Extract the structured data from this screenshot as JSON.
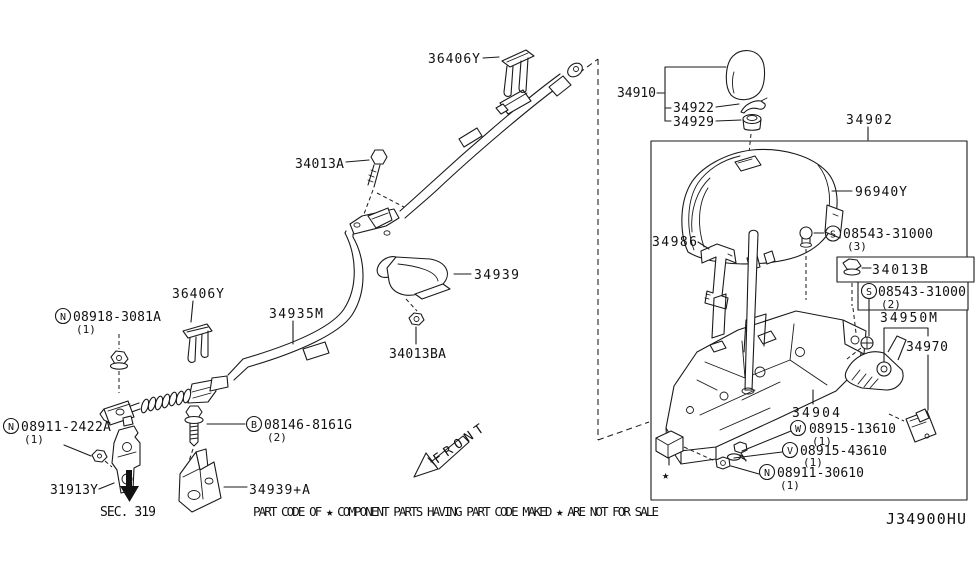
{
  "figure": {
    "drawing_code": "J34900HU",
    "footer_note": "PART CODE OF ★ COMPONENT PARTS HAVING PART CODE MAKED ★ ARE NOT FOR SALE",
    "front_label": "FRONT",
    "section_ref": "SEC. 319",
    "star_marker": "★"
  },
  "labels": {
    "clip_top": "36406Y",
    "clip_left": "36406Y",
    "bolt_34013a": "34013A",
    "knob_assy": "34910",
    "clip_34922": "34922",
    "bushing_34929": "34929",
    "control_assy": "34902",
    "boot_96940y": "96940Y",
    "bracket_34986": "34986",
    "nut_34013b": "34013B",
    "indicator_34950m": "34950M",
    "switch_34970": "34970",
    "clamp_34939": "34939",
    "cable_34935m": "34935M",
    "nut_34013ba": "34013BA",
    "bracket_31913y": "31913Y",
    "bracket_34939a": "34939+A",
    "base_34904": "34904"
  },
  "hardware": {
    "s3": {
      "prefix": "S",
      "num": "08543-31000",
      "qty": "(3)"
    },
    "s2": {
      "prefix": "S",
      "num": "08543-31000",
      "qty": "(2)"
    },
    "n1": {
      "prefix": "N",
      "num": "08918-3081A",
      "qty": "(1)"
    },
    "n2": {
      "prefix": "N",
      "num": "08911-2422A",
      "qty": "(1)"
    },
    "b1": {
      "prefix": "B",
      "num": "08146-8161G",
      "qty": "(2)"
    },
    "w1": {
      "prefix": "W",
      "num": "08915-13610",
      "qty": "(1)"
    },
    "v1": {
      "prefix": "V",
      "num": "08915-43610",
      "qty": "(1)"
    },
    "n3": {
      "prefix": "N",
      "num": "08911-30610",
      "qty": "(1)"
    }
  }
}
